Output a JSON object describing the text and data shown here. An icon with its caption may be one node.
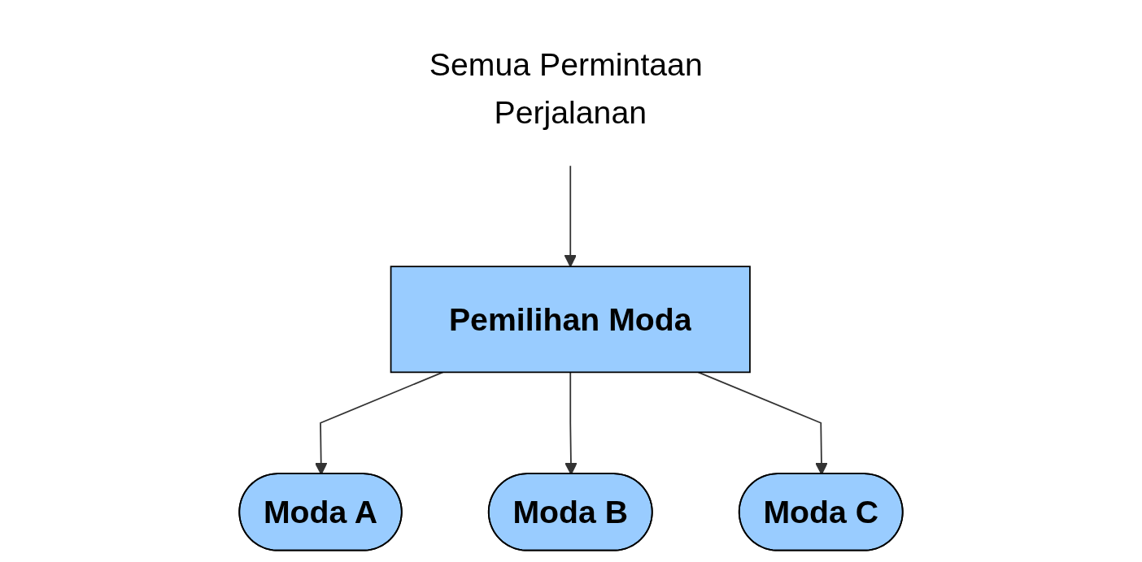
{
  "diagram": {
    "nodes": [
      {
        "text": [
          "Semua Permintaan Perjalanan"
        ]
      },
      {
        "text": [
          "Pemilihan Moda"
        ]
      },
      {
        "text": [
          "Moda A"
        ]
      },
      {
        "text": [
          "Moda B"
        ]
      },
      {
        "text": [
          "Moda C"
        ]
      }
    ],
    "edges": [
      {
        "from": 0,
        "to": 1,
        "arrow": "to"
      },
      {
        "from": 1,
        "to": 2,
        "arrow": "to"
      },
      {
        "from": 1,
        "to": 3,
        "arrow": "to"
      },
      {
        "from": 1,
        "to": 4,
        "arrow": "to"
      }
    ]
  }
}
